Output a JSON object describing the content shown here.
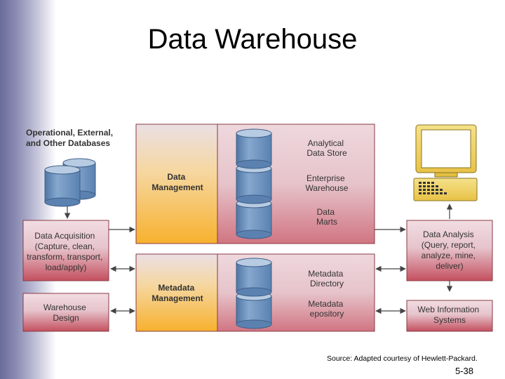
{
  "slide": {
    "title": "Data Warehouse",
    "source": "Source: Adapted courtesy of Hewlett-Packard.",
    "page_number": "5-38"
  },
  "diagram": {
    "source_databases": [
      "Operational, External,",
      "and Other Databases"
    ],
    "data_acquisition": [
      "Data Acquisition",
      "(Capture, clean,",
      "transform, transport,",
      "load/apply)"
    ],
    "warehouse_design": [
      "Warehouse",
      "Design"
    ],
    "data_management": [
      "Data",
      "Management"
    ],
    "analytical_data_store": [
      "Analytical",
      "Data Store"
    ],
    "enterprise_warehouse": [
      "Enterprise",
      "Warehouse"
    ],
    "data_marts": [
      "Data",
      "Marts"
    ],
    "metadata_management": [
      "Metadata",
      "Management"
    ],
    "metadata_directory": [
      "Metadata",
      "Directory"
    ],
    "metadata_repository": [
      "Metadata",
      "epository"
    ],
    "data_analysis": [
      "Data Analysis",
      "(Query, report,",
      "analyze, mine,",
      "deliver)"
    ],
    "web_information_systems": [
      "Web Information",
      "Systems"
    ],
    "colors": {
      "box_pink": "#e2b9c2",
      "box_red": "#c4505f",
      "mgmt_yellow": "#f7b63a",
      "cylinder": "#6e93bd",
      "monitor": "#f0d45a"
    }
  }
}
